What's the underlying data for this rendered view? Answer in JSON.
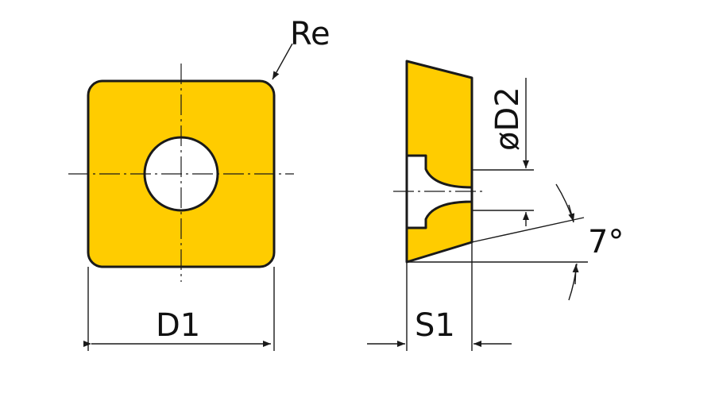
{
  "colors": {
    "insert_fill": "#FFCC00",
    "outline": "#1A1A1A",
    "hole_fill": "#FFFFFF"
  },
  "labels": {
    "corner_radius": "Re",
    "diameter_d2": "øD2",
    "angle": "7°",
    "width_d1": "D1",
    "thickness_s1": "S1"
  }
}
